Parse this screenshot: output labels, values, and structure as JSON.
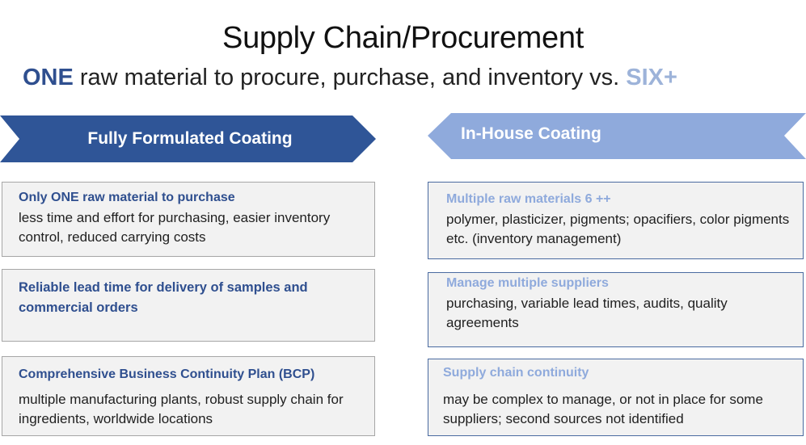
{
  "title": "Supply Chain/Procurement",
  "subtitle": {
    "one": "ONE",
    "middle": " raw material to procure, purchase, and inventory vs. ",
    "six": "SIX+"
  },
  "colors": {
    "left_banner": "#2f5597",
    "right_banner": "#8faadc",
    "left_heading": "#2f4f8f",
    "right_heading": "#8faadc"
  },
  "left": {
    "banner": "Fully Formulated Coating",
    "cards": [
      {
        "heading": "Only ONE raw material to purchase",
        "body": "less time and effort for purchasing, easier inventory control, reduced carrying costs"
      },
      {
        "heading": "Reliable lead time for delivery of samples and commercial orders",
        "body": ""
      },
      {
        "heading": "Comprehensive Business Continuity Plan (BCP)",
        "body": "multiple manufacturing plants, robust supply chain for ingredients, worldwide locations"
      }
    ]
  },
  "right": {
    "banner": "In-House Coating",
    "cards": [
      {
        "heading": "Multiple raw materials  6 ++",
        "body": "polymer, plasticizer, pigments; opacifiers, color pigments etc. (inventory management)"
      },
      {
        "heading": "Manage multiple suppliers",
        "body": "purchasing, variable lead times, audits, quality agreements"
      },
      {
        "heading": "Supply chain continuity",
        "body": "may be complex to manage, or not in place for some suppliers; second sources not identified"
      }
    ]
  }
}
